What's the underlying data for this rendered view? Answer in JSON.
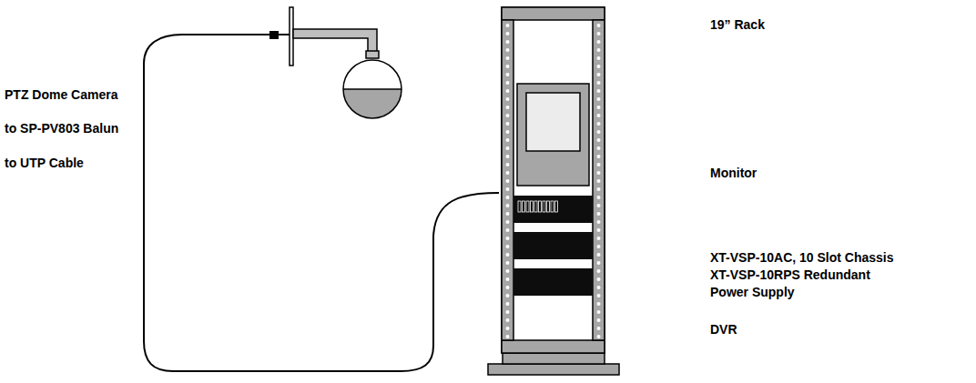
{
  "diagram": {
    "labels": [
      "PTZ Dome Camera",
      "to SP-PV803 Balun",
      "to UTP Cable",
      "19” Rack",
      "Monitor",
      "XT-VSP-10AC, 10 Slot Chassis",
      "XT-VSP-10RPS Redundant Power Supply",
      "DVR"
    ]
  }
}
